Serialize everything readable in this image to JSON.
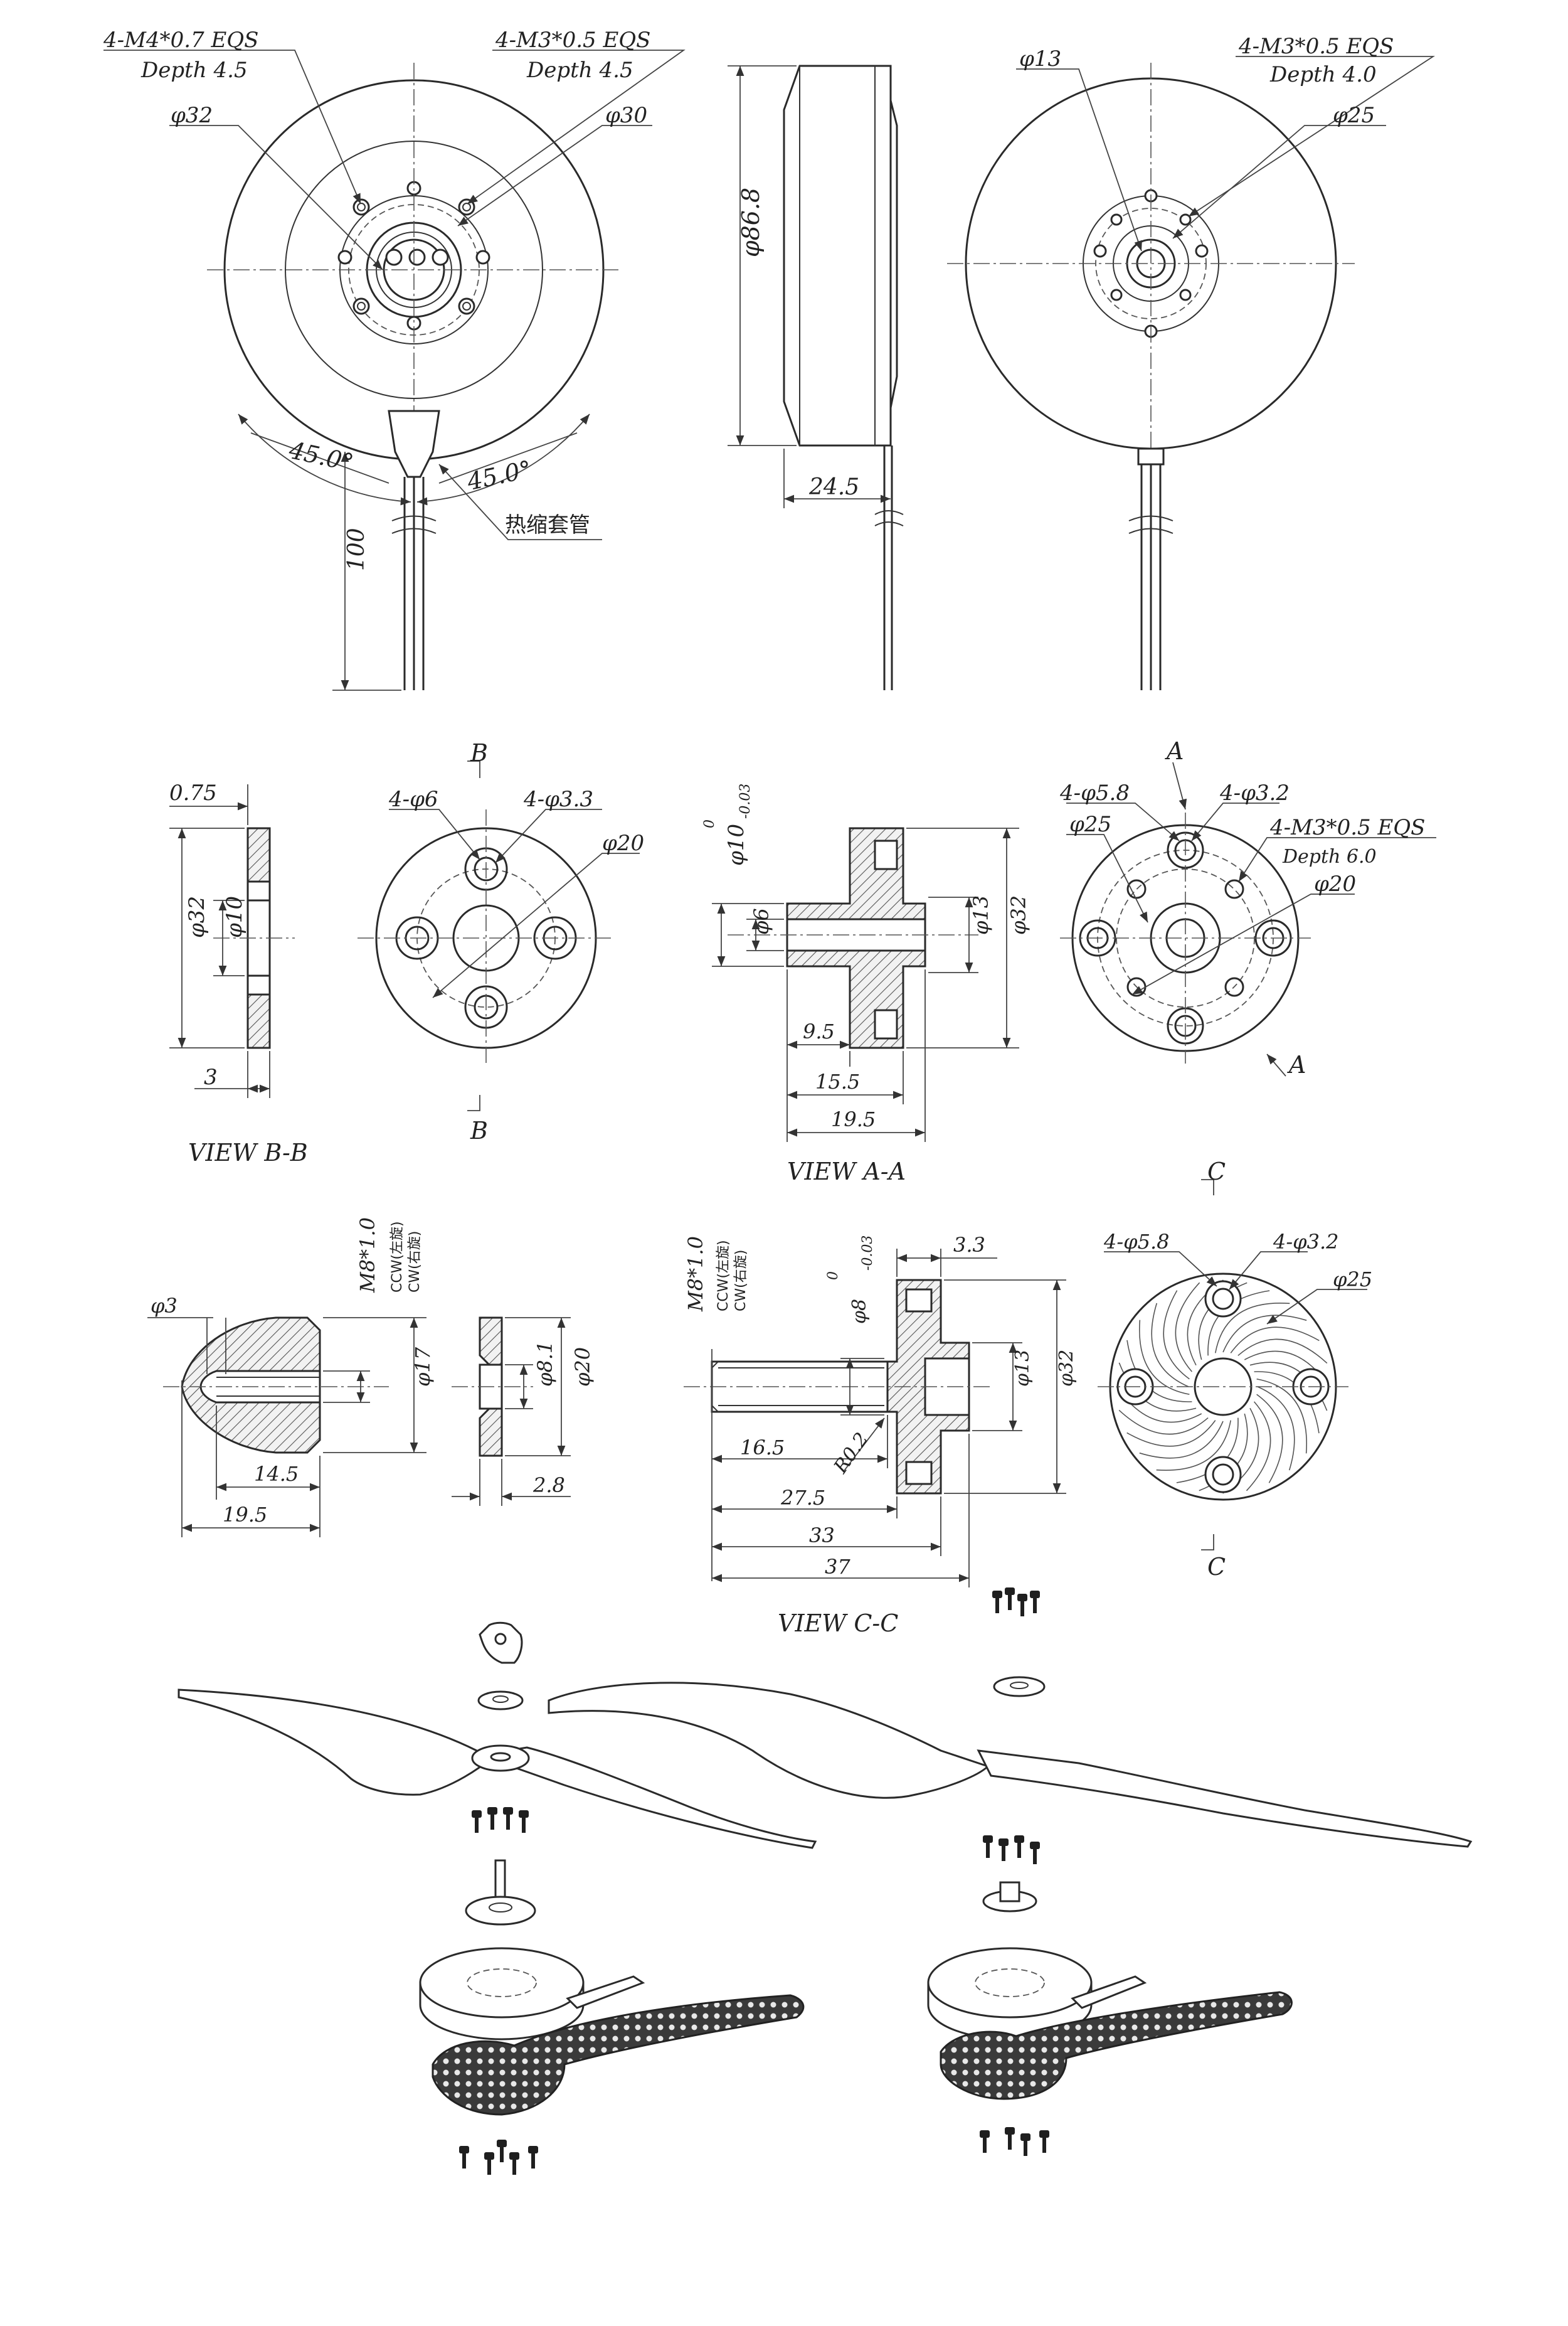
{
  "motor_views": {
    "front": {
      "m4_callout": "4-M4*0.7 EQS",
      "m4_depth": "Depth 4.5",
      "m3_callout": "4-M3*0.5 EQS",
      "m3_depth": "Depth 4.5",
      "dia_32": "φ32",
      "dia_30": "φ30",
      "angle_left": "45.0°",
      "angle_right": "45.0°",
      "sleeve_note": "热缩套管",
      "lead_length": "100"
    },
    "side": {
      "diameter": "φ86.8",
      "height": "24.5"
    },
    "back": {
      "dia_13": "φ13",
      "m3_callout": "4-M3*0.5 EQS",
      "m3_depth": "Depth 4.0",
      "dia_25": "φ25"
    }
  },
  "view_bb": {
    "caption": "VIEW B-B",
    "section_letter_top": "B",
    "section_letter_bottom": "B",
    "thickness": "0.75",
    "outer_dia": "φ32",
    "inner_dia": "φ10",
    "width": "3",
    "holes_6": "4-φ6",
    "holes_33": "4-φ3.3",
    "pcd": "φ20"
  },
  "view_aa": {
    "caption": "VIEW A-A",
    "section_letter_top": "A",
    "section_letter_bottom": "A",
    "bore_dia": "φ10",
    "bore_tol_upper": "0",
    "bore_tol_lower": "-0.03",
    "shaft_dia": "φ6",
    "hub_dia": "φ13",
    "outer_dia": "φ32",
    "len_95": "9.5",
    "len_155": "15.5",
    "len_195": "19.5",
    "holes_58": "4-φ5.8",
    "holes_32": "4-φ3.2",
    "pcd_25": "φ25",
    "m3_callout": "4-M3*0.5 EQS",
    "m3_depth": "Depth 6.0",
    "pcd_20": "φ20"
  },
  "spinner": {
    "tip_dia": "φ3",
    "thread": "M8*1.0",
    "ccw_note": "CCW(左旋)",
    "cw_note": "CW(右旋)",
    "dia_17": "φ17",
    "len_145": "14.5",
    "len_195": "19.5"
  },
  "washer": {
    "dia_81": "φ8.1",
    "dia_20": "φ20",
    "thickness": "2.8"
  },
  "view_cc": {
    "caption": "VIEW C-C",
    "section_letter_top": "C",
    "section_letter_bottom": "C",
    "thread": "M8*1.0",
    "ccw_note": "CCW(左旋)",
    "cw_note": "CW(右旋)",
    "shaft_dia": "φ8",
    "shaft_tol_upper": "0",
    "shaft_tol_lower": "-0.03",
    "top_width": "3.3",
    "hub_dia": "φ13",
    "outer_dia": "φ32",
    "radius": "R0.2",
    "len_165": "16.5",
    "len_275": "27.5",
    "len_33": "33",
    "len_37": "37",
    "holes_58": "4-φ5.8",
    "holes_32": "4-φ3.2",
    "pcd_25": "φ25"
  }
}
